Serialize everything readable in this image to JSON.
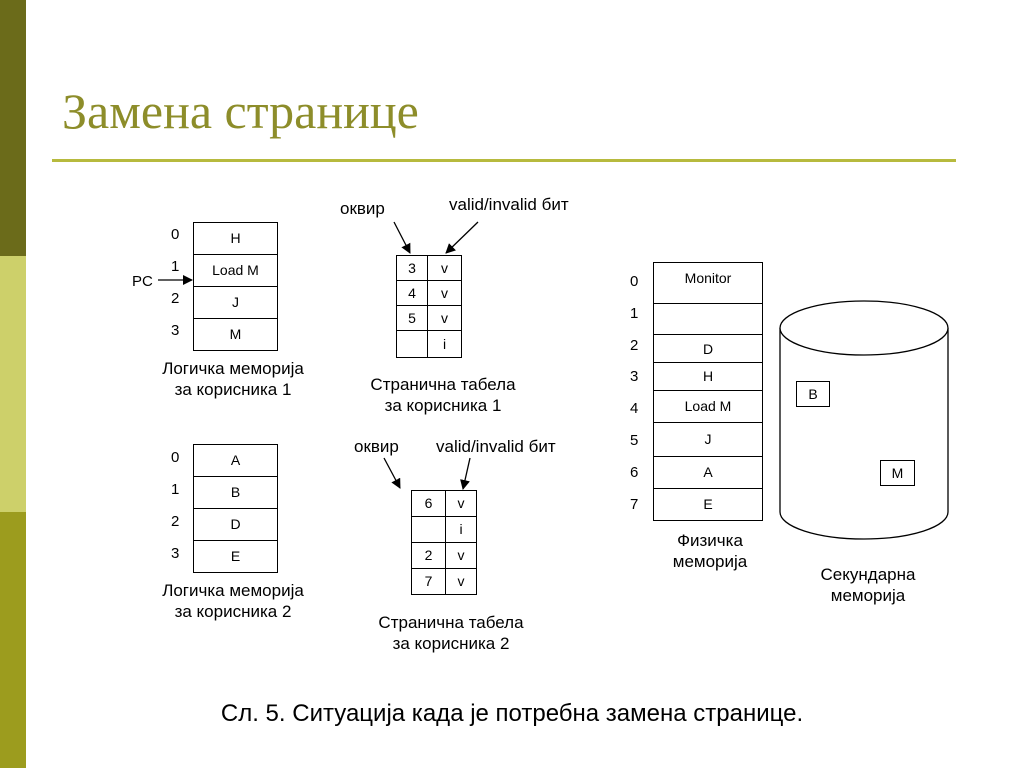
{
  "slide": {
    "title": "Замена странице",
    "caption": "Сл. 5. Ситуација када је потребна замена странице."
  },
  "logical_memory_1": {
    "indices": [
      "0",
      "1",
      "2",
      "3"
    ],
    "pages": [
      "H",
      "Load M",
      "J",
      "M"
    ],
    "pc_label": "PC",
    "label_line1": "Логичка меморија",
    "label_line2": "за корисника 1"
  },
  "logical_memory_2": {
    "indices": [
      "0",
      "1",
      "2",
      "3"
    ],
    "pages": [
      "A",
      "B",
      "D",
      "E"
    ],
    "label_line1": "Логичка меморија",
    "label_line2": "за корисника 2"
  },
  "page_table_1": {
    "frame_label": "оквир",
    "valid_label": "valid/invalid бит",
    "rows": [
      {
        "frame": "3",
        "bit": "v"
      },
      {
        "frame": "4",
        "bit": "v"
      },
      {
        "frame": "5",
        "bit": "v"
      },
      {
        "frame": "",
        "bit": "i"
      }
    ],
    "label_line1": "Странична табела",
    "label_line2": "за корисника 1"
  },
  "page_table_2": {
    "frame_label": "оквир",
    "valid_label": "valid/invalid бит",
    "rows": [
      {
        "frame": "6",
        "bit": "v"
      },
      {
        "frame": "",
        "bit": "i"
      },
      {
        "frame": "2",
        "bit": "v"
      },
      {
        "frame": "7",
        "bit": "v"
      }
    ],
    "label_line1": "Странична табела",
    "label_line2": "за корисника 2"
  },
  "physical_memory": {
    "indices": [
      "0",
      "1",
      "2",
      "3",
      "4",
      "5",
      "6",
      "7"
    ],
    "frames": [
      "Monitor",
      "",
      "D",
      "H",
      "Load M",
      "J",
      "A",
      "E"
    ],
    "label_line1": "Физичка",
    "label_line2": "меморија"
  },
  "secondary_memory": {
    "items": [
      "B",
      "M"
    ],
    "label_line1": "Секундарна",
    "label_line2": "меморија"
  }
}
